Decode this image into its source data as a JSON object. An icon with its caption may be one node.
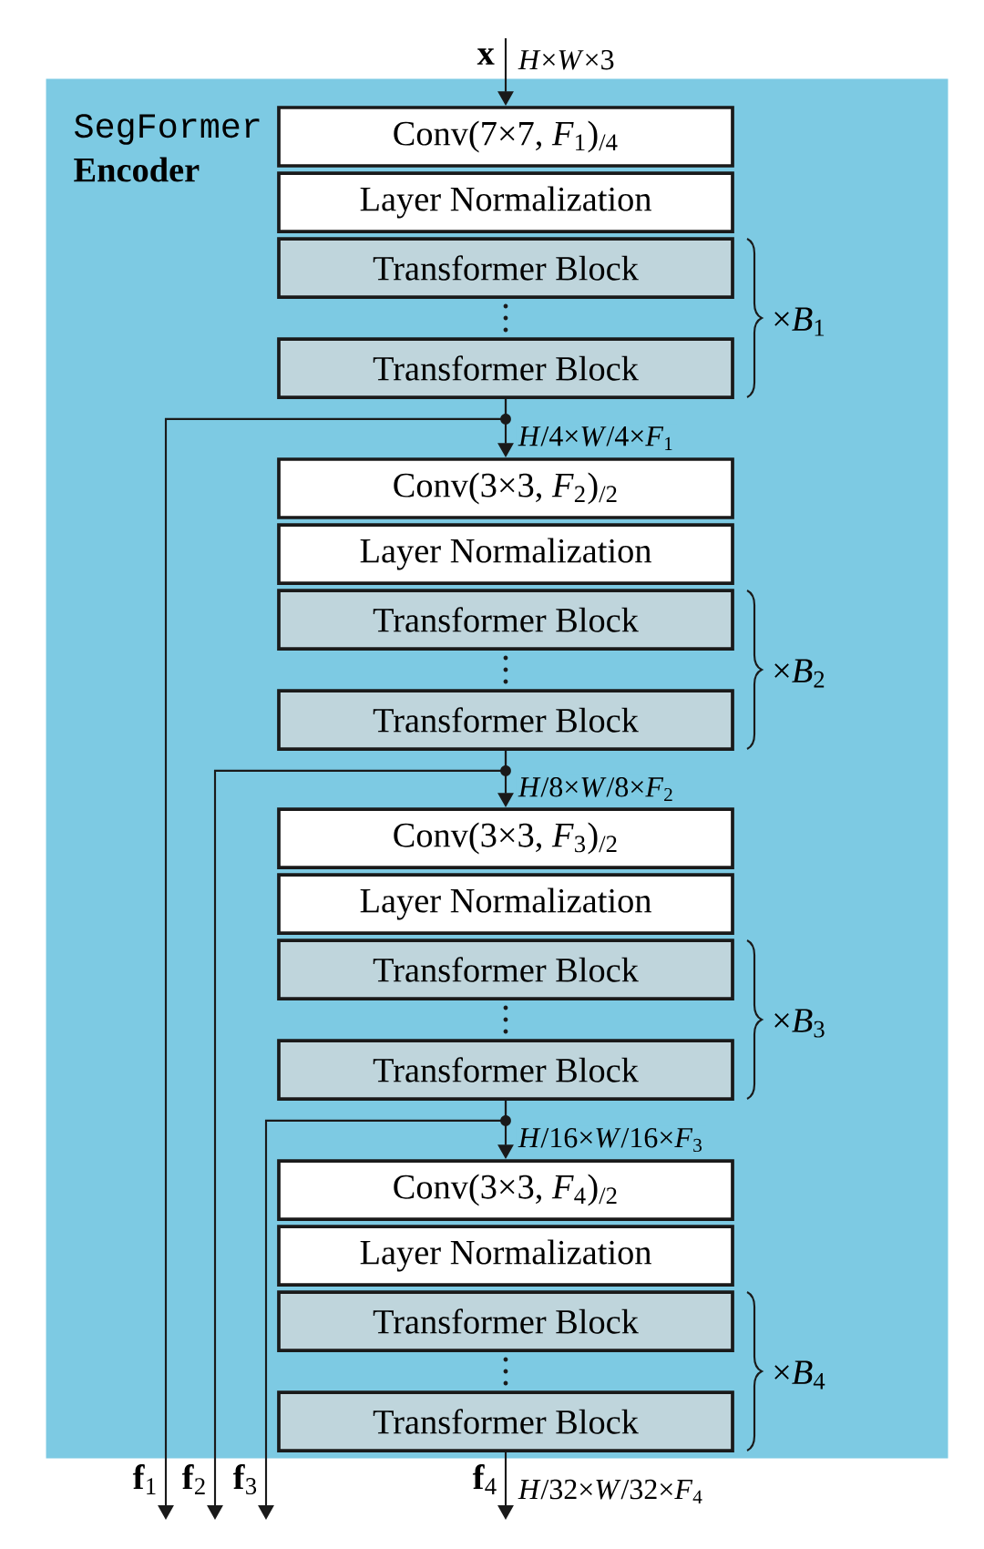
{
  "diagram": {
    "nodes": [
      {
        "text": [
          "SegFormer",
          "Encoder"
        ]
      },
      {
        "text": [
          "Conv(7×7, *F*$_{1}$)$_{/4}$"
        ],
        "in": 0
      },
      {
        "text": [
          "Layer Normalization"
        ],
        "in": 0
      },
      {
        "text": [
          "Transformer Block"
        ],
        "in": 0
      },
      {
        "text": [
          "Transformer Block"
        ],
        "in": 0
      },
      {
        "text": [
          "Conv(3×3, *F*$_{2}$)$_{/2}$"
        ],
        "in": 0
      },
      {
        "text": [
          "Layer Normalization"
        ],
        "in": 0
      },
      {
        "text": [
          "Transformer Block"
        ],
        "in": 0
      },
      {
        "text": [
          "Transformer Block"
        ],
        "in": 0
      },
      {
        "text": [
          "Conv(3×3, *F*$_{3}$)$_{/2}$"
        ],
        "in": 0
      },
      {
        "text": [
          "Layer Normalization"
        ],
        "in": 0
      },
      {
        "text": [
          "Transformer Block"
        ],
        "in": 0
      },
      {
        "text": [
          "Transformer Block"
        ],
        "in": 0
      },
      {
        "text": [
          "Conv(3×3, *F*$_{4}$)$_{/2}$"
        ],
        "in": 0
      },
      {
        "text": [
          "Layer Normalization"
        ],
        "in": 0
      },
      {
        "text": [
          "Transformer Block"
        ],
        "in": 0
      },
      {
        "text": [
          "Transformer Block"
        ],
        "in": 0
      },
      {
        "text": [
          "**f**$_{1}$"
        ]
      },
      {
        "text": [
          "**f**$_{2}$"
        ]
      },
      {
        "text": [
          "**f**$_{3}$"
        ]
      },
      {
        "text": [
          "**f**$_{4}$"
        ]
      }
    ],
    "edges": [
      {
        "from": null,
        "to": 1,
        "arrow": "to",
        "label": "*H*×*W*×3"
      },
      {
        "from": 4,
        "to": 5,
        "arrow": "to",
        "label": "*H*/4×*W*/4×*F*$_{1}$"
      },
      {
        "from": 4,
        "to": 17,
        "arrow": "to"
      },
      {
        "from": 8,
        "to": 9,
        "arrow": "to",
        "label": "*H*/8×*W*/8×*F*$_{2}$"
      },
      {
        "from": 8,
        "to": 18,
        "arrow": "to"
      },
      {
        "from": 12,
        "to": 13,
        "arrow": "to",
        "label": "*H*/16×*W*/16×*F*$_{3}$"
      },
      {
        "from": 12,
        "to": 19,
        "arrow": "to"
      },
      {
        "from": 16,
        "to": 20,
        "arrow": "to",
        "label": "*H*/32×*W*/32×*F*$_{4}$"
      }
    ],
    "labels": [
      "x",
      "×*B*$_{1}$",
      "×*B*$_{2}$",
      "×*B*$_{3}$",
      "×*B*$_{4}$"
    ]
  }
}
